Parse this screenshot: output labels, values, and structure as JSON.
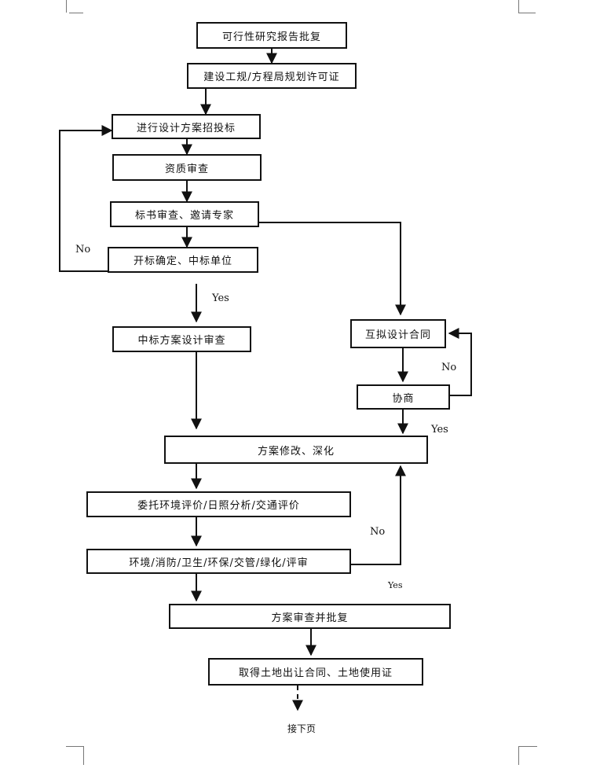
{
  "steps": {
    "feasibility": "可行性研究报告批复",
    "land_permit": "建设工规/方程局规划许可证",
    "tender": "进行设计方案招投标",
    "qualification": "资质审查",
    "bid_review": "标书审查、邀请专家",
    "bid_open": "开标确定、中标单位",
    "winning_review": "中标方案设计审查",
    "contract": "互拟设计合同",
    "negotiate": "协商",
    "revise": "方案修改、深化",
    "env_eval": "委托环境评价/日照分析/交通评价",
    "dept_review": "环境/消防/卫生/环保/交管/绿化/评审",
    "approval": "方案审查并批复",
    "land_cert": "取得土地出让合同、土地使用证"
  },
  "labels": {
    "no_tender": "No",
    "yes_tender": "Yes",
    "no_contract": "No",
    "yes_contract": "Yes",
    "no_review": "No",
    "yes_review": "Yes"
  },
  "footer": "接下页"
}
